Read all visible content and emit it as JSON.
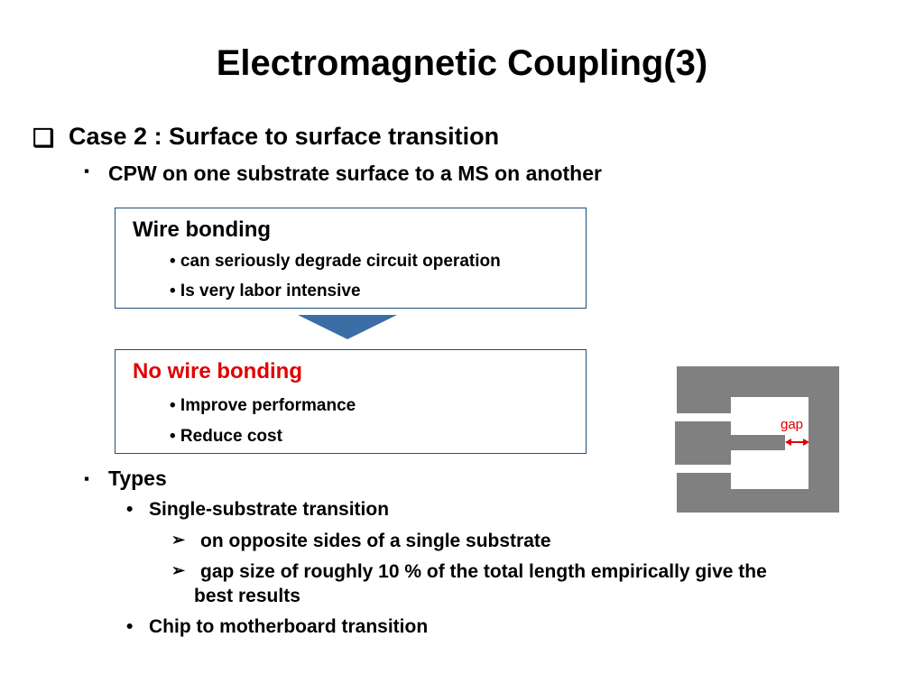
{
  "slide": {
    "title": "Electromagnetic Coupling(3)"
  },
  "case": {
    "bullet": "❑",
    "label": "Case 2 : Surface to surface transition",
    "sub_bullet": "▪",
    "sub_label": "CPW on one substrate surface to a MS on another"
  },
  "box_wire": {
    "heading": "Wire bonding",
    "items": [
      "• can seriously degrade circuit operation",
      "• Is very labor intensive"
    ]
  },
  "box_nowire": {
    "heading": "No wire bonding",
    "items": [
      "• Improve performance",
      "• Reduce cost"
    ]
  },
  "types": {
    "bullet": "▪",
    "label": "Types",
    "single": {
      "bullet": "•",
      "label": "Single-substrate transition",
      "points": [
        {
          "bullet": "➢",
          "text": "on opposite sides of a single substrate"
        },
        {
          "bullet": "➢",
          "text": "gap size of roughly 10 % of the total length empirically give the",
          "continuation": "best results"
        }
      ]
    },
    "chip": {
      "bullet": "•",
      "label": "Chip to motherboard transition"
    }
  },
  "figure": {
    "gap_label": "gap"
  },
  "colors": {
    "text": "#000000",
    "accent_red": "#e00000",
    "box_border": "#1f4e79",
    "arrow_fill": "#3a6ea5",
    "metal": "#808080"
  }
}
